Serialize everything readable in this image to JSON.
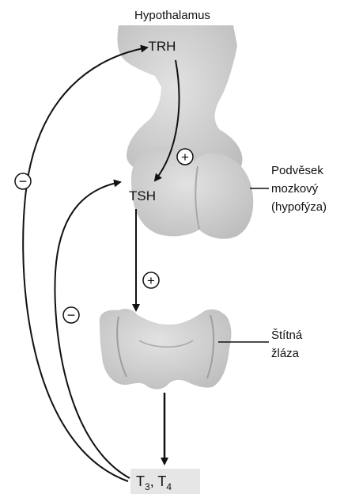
{
  "labels": {
    "hypothalamus": "Hypothalamus",
    "trh": "TRH",
    "tsh": "TSH",
    "pituitary_line1": "Podvěsek",
    "pituitary_line2": "mozkový",
    "pituitary_line3": "(hypofýza)",
    "thyroid_line1": "Štítná",
    "thyroid_line2": "žláza",
    "t3": "T",
    "t3_sub": "3",
    "sep": ", ",
    "t4": "T",
    "t4_sub": "4"
  },
  "signs": {
    "plus": "+",
    "minus": "−"
  },
  "colors": {
    "gland_fill": "#d4d4d4",
    "gland_shade": "#b9b9b9",
    "arrow": "#111111",
    "hormone_box": "#e6e6e6"
  }
}
